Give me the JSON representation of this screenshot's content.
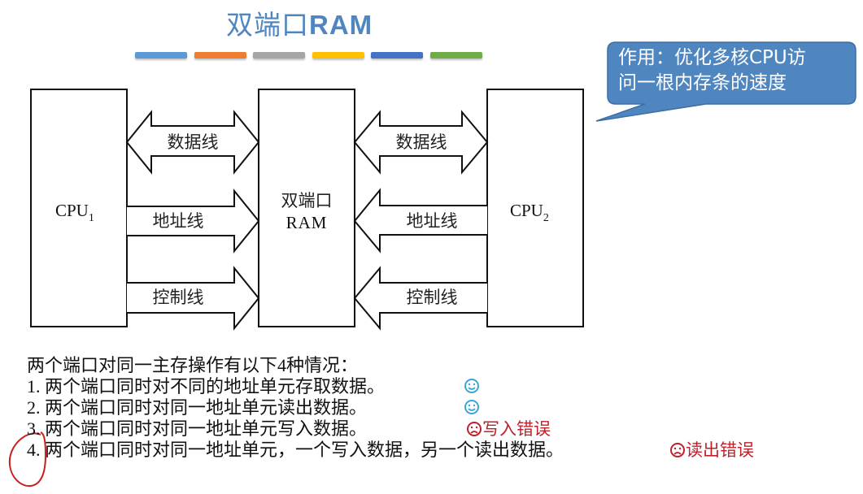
{
  "title": {
    "cjk": "双端口",
    "latin": "RAM"
  },
  "decor_bars": [
    {
      "color": "#5b9bd5"
    },
    {
      "color": "#ed7d31"
    },
    {
      "color": "#a5a5a5"
    },
    {
      "color": "#ffc000"
    },
    {
      "color": "#4472c4"
    },
    {
      "color": "#70ad47"
    }
  ],
  "callout": {
    "line1": "作用：优化多核CPU访",
    "line2": "问一根内存条的速度",
    "fill": "#4f86c0"
  },
  "diagram": {
    "cpu1": {
      "name": "CPU",
      "sub": "1"
    },
    "ram": {
      "line1": "双端口",
      "line2": "RAM"
    },
    "cpu2": {
      "name": "CPU",
      "sub": "2"
    },
    "left_buses": [
      {
        "label": "数据线",
        "direction": "both"
      },
      {
        "label": "地址线",
        "direction": "right"
      },
      {
        "label": "控制线",
        "direction": "right"
      }
    ],
    "right_buses": [
      {
        "label": "数据线",
        "direction": "both"
      },
      {
        "label": "地址线",
        "direction": "left"
      },
      {
        "label": "控制线",
        "direction": "left"
      }
    ]
  },
  "cases": {
    "intro": "两个端口对同一主存操作有以下4种情况：",
    "items": [
      {
        "num": "1.",
        "text": "两个端口同时对不同的地址单元存取数据。",
        "status": "smile",
        "note": ""
      },
      {
        "num": "2.",
        "text": "两个端口同时对同一地址单元读出数据。",
        "status": "smile",
        "note": ""
      },
      {
        "num": "3.",
        "text": "两个端口同时对同一地址单元写入数据。",
        "status": "frown",
        "note": "写入错误"
      },
      {
        "num": "4.",
        "text": "两个端口同时对同一地址单元，一个写入数据，另一个读出数据。",
        "status": "frown",
        "note": "读出错误"
      }
    ],
    "good_color": "#3aa6d8",
    "bad_color": "#c0202a"
  }
}
